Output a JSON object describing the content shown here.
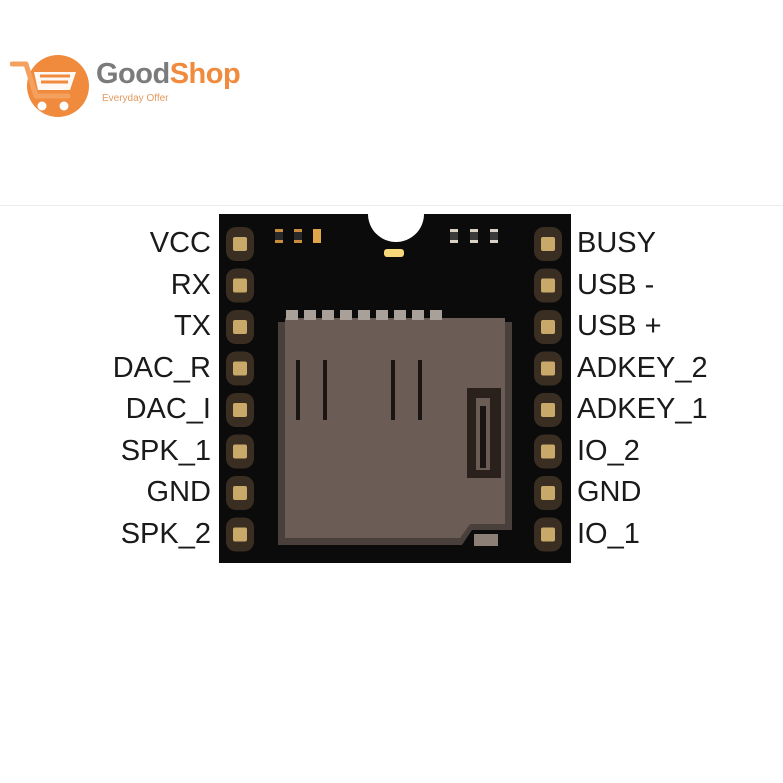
{
  "brand": {
    "name_part1": "Good",
    "name_part2": "Shop",
    "tagline": "Everyday Offer",
    "colors": {
      "orange": "#f08a3c",
      "gray": "#7b7b7b"
    }
  },
  "module": {
    "pcb_color": "#0b0b0b",
    "sd_slot_color": "#6b5d55",
    "header_pin_color": "#c9a96a",
    "left_pins": [
      "VCC",
      "RX",
      "TX",
      "DAC_R",
      "DAC_I",
      "SPK_1",
      "GND",
      "SPK_2"
    ],
    "right_pins": [
      "BUSY",
      "USB -",
      "USB +",
      "ADKEY_2",
      "ADKEY_1",
      "IO_2",
      "GND",
      "IO_1"
    ]
  }
}
